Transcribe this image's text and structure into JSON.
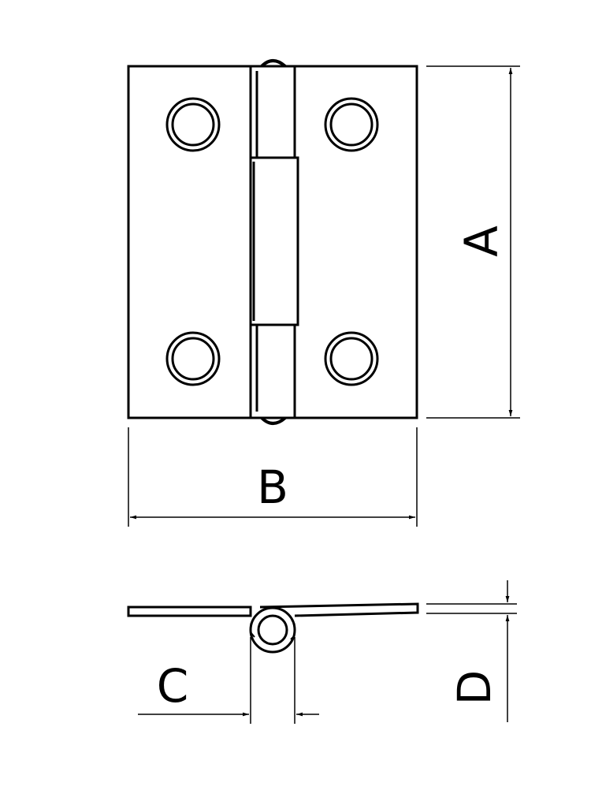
{
  "colors": {
    "line": "#000000",
    "background": "#ffffff"
  },
  "dimensions": {
    "a": "A",
    "b": "B",
    "c": "C",
    "d": "D"
  }
}
